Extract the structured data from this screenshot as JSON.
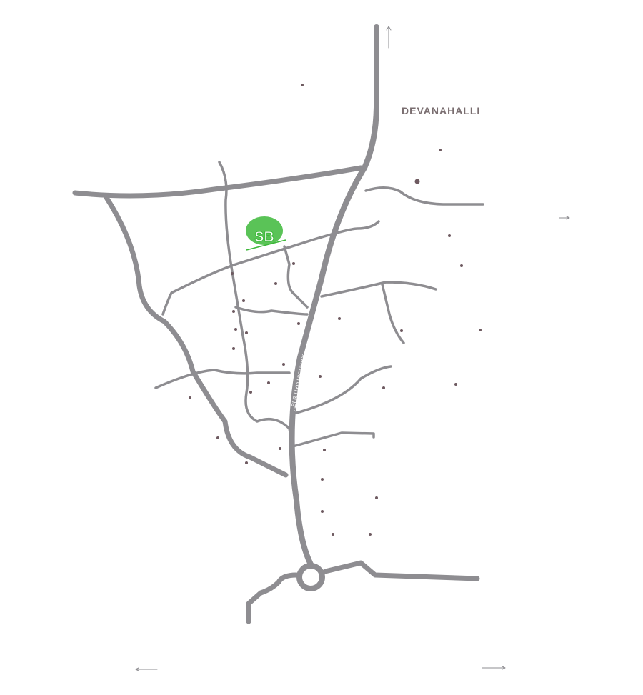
{
  "map": {
    "place_label": "DEVANAHALLI",
    "highway_label": "BLR-HYD HIGHWAY",
    "logo_text": "SB",
    "colors": {
      "road": "#8e8d91",
      "dot": "#6e5a60",
      "logo": "#3db83a",
      "label": "#7a6e70"
    }
  }
}
